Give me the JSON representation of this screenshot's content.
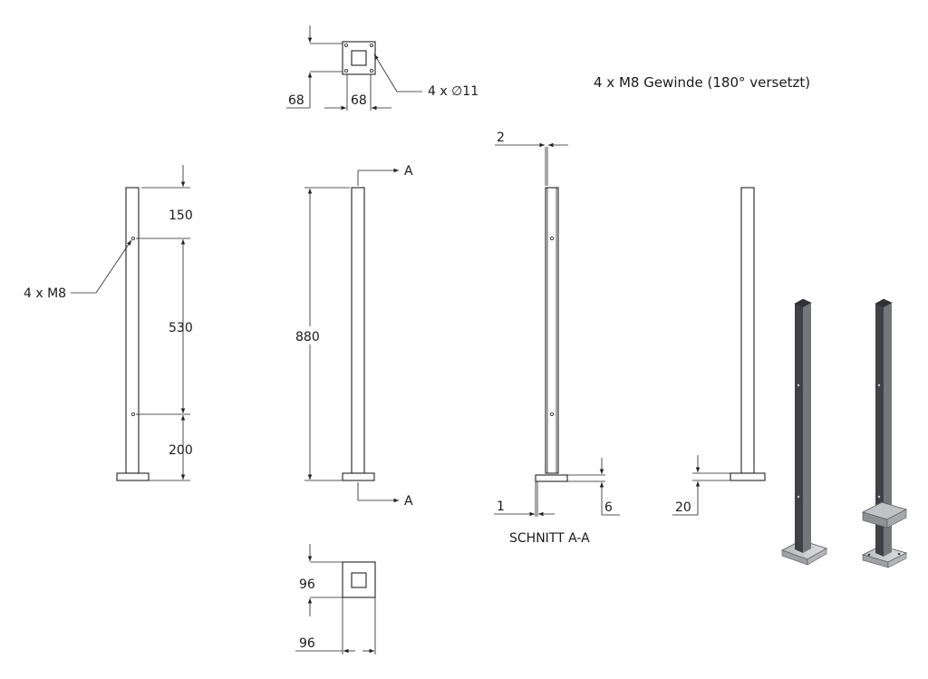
{
  "annotations": {
    "thread_note": "4 x M8 Gewinde (180° versetzt)",
    "hole_callout": "4 x ∅11",
    "thread_callout": "4 x M8",
    "section_label": "SCHNITT A-A",
    "section_marker_top": "A",
    "section_marker_bottom": "A"
  },
  "dimensions": {
    "top_plate_height": "68",
    "top_plate_width": "68",
    "top_offset": "150",
    "hole_spacing": "530",
    "bottom_offset": "200",
    "total_height": "880",
    "wall_thickness": "2",
    "base_offset": "1",
    "base_thickness": "6",
    "base_height_right": "20",
    "base_plate_height": "96",
    "base_plate_width": "96"
  },
  "colors": {
    "line": "#222222",
    "post_dark": "#4a4c50",
    "post_light": "#8a8c90",
    "plate": "#c9cbcd"
  }
}
